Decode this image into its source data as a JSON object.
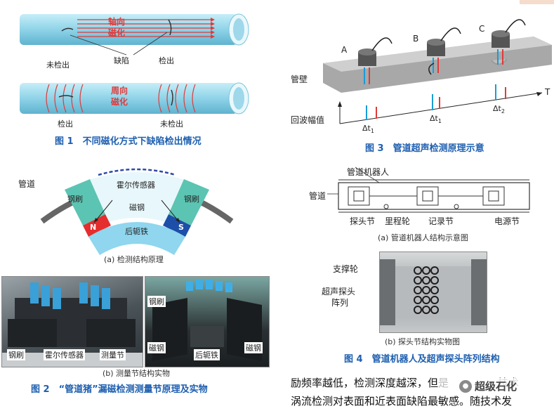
{
  "fig1": {
    "axial_label_1": "轴向",
    "axial_label_2": "磁化",
    "not_detected_1": "未检出",
    "defect": "缺陷",
    "detected_1": "检出",
    "circ_label_1": "周向",
    "circ_label_2": "磁化",
    "detected_2": "检出",
    "not_detected_2": "未检出",
    "caption": "图 1　不同磁化方式下缺陷检出情况"
  },
  "fig2": {
    "pipe": "管道",
    "hall_sensor": "霍尔传感器",
    "brush_left": "钢刷",
    "brush_right": "钢刷",
    "magnet_steel": "磁钢",
    "pole_n": "N",
    "pole_s": "S",
    "yoke": "后轭铁",
    "sub_a": "(a) 检测结构原理",
    "photo_left": {
      "brush": "钢刷",
      "hall": "霍尔传感器",
      "section": "测量节"
    },
    "photo_right": {
      "brush": "钢刷",
      "magnet_left": "磁钢",
      "yoke": "后轭铁",
      "magnet_right": "磁钢"
    },
    "sub_b": "(b) 测量节结构实物",
    "caption": "图 2　“管道猪”漏磁检测测量节原理及实物"
  },
  "fig3": {
    "probe_a": "A",
    "probe_b": "B",
    "probe_c": "C",
    "wall": "管壁",
    "echo": "回波幅值",
    "axis_t": "T",
    "dt1a": "Δt",
    "dt1a_sub": "1",
    "dt1b": "Δt",
    "dt1b_sub": "1",
    "dt2": "Δt",
    "dt2_sub": "2",
    "caption": "图 3　管道超声检测原理示意"
  },
  "fig4": {
    "robot": "管道机器人",
    "pipe": "管道",
    "probe_section": "探头节",
    "odometer": "里程轮",
    "recorder": "记录节",
    "power": "电源节",
    "sub_a": "(a) 管道机器人结构示意图",
    "support_wheel": "支撑轮",
    "array_1": "超声探头",
    "array_2": "阵列",
    "sub_b": "(b) 探头节结构实物图",
    "caption": "图 4　管道机器人及超声探头阵列结构"
  },
  "body_text": {
    "line1": "励频率越低，检测深度越深，但",
    "line1_hidden": "是",
    "line1_end": "技术",
    "line2_a": "涡流检测对表面和近表面缺陷最敏感。随技术发"
  },
  "watermark": {
    "text": "超级石化"
  },
  "colors": {
    "caption": "#1e5fb0",
    "pipe": "#8fd3e8",
    "accent_red": "#e03a3a",
    "probe_blue": "#1b9bd6"
  }
}
